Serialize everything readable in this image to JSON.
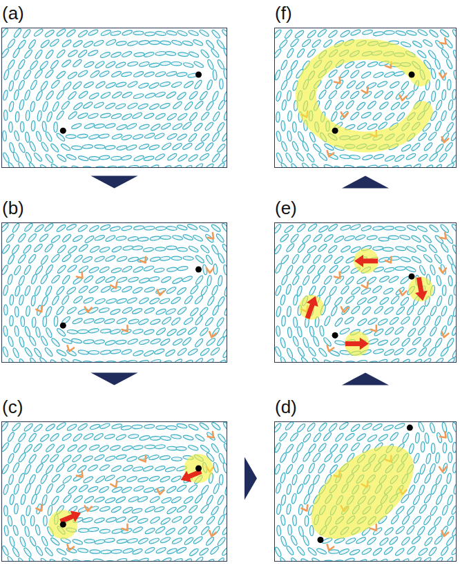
{
  "diagram": {
    "nodes": [
      {
        "text": [
          "(a)"
        ]
      },
      {
        "text": [
          "(f)"
        ]
      },
      {
        "text": [
          "(b)"
        ]
      },
      {
        "text": [
          "(e)"
        ]
      },
      {
        "text": [
          "(c)"
        ]
      },
      {
        "text": [
          "(d)"
        ]
      }
    ],
    "edges": [
      {
        "from": 0,
        "to": 2,
        "arrow": "to"
      },
      {
        "from": 2,
        "to": 4,
        "arrow": "to"
      },
      {
        "from": 4,
        "to": 5,
        "arrow": "to"
      },
      {
        "from": 5,
        "to": 3,
        "arrow": "to"
      },
      {
        "from": 3,
        "to": 1,
        "arrow": "to"
      }
    ]
  }
}
